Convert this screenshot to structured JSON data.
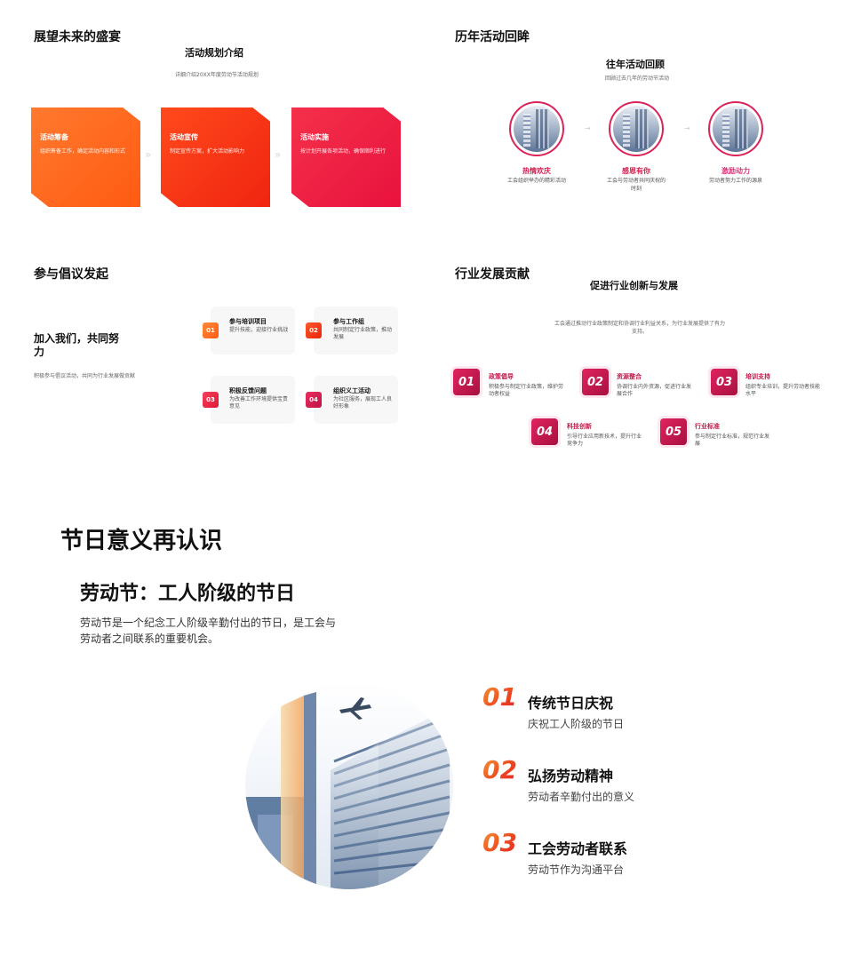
{
  "slide1": {
    "section_title": "展望未来的盛宴",
    "title": "活动规划介绍",
    "subtitle": "详细介绍20XX年度劳动节活动规划",
    "cards": [
      {
        "title": "活动筹备",
        "desc": "组织筹备工作，确定活动内容和形式",
        "color_from": "#ff7a2e",
        "color_to": "#ff5a12"
      },
      {
        "title": "活动宣传",
        "desc": "制定宣传方案，扩大活动影响力",
        "color_from": "#ff4a1c",
        "color_to": "#f02410"
      },
      {
        "title": "活动实施",
        "desc": "按计划开展各项活动，确保顺利进行",
        "color_from": "#f5304a",
        "color_to": "#e8123e"
      }
    ],
    "chevron": "»"
  },
  "slide2": {
    "section_title": "历年活动回眸",
    "title": "往年活动回顾",
    "subtitle": "回顾过去几年的劳动节活动",
    "items": [
      {
        "label": "热情欢庆",
        "desc": "工会组织举办的精彩活动"
      },
      {
        "label": "感恩有你",
        "desc": "工会与劳动者共同庆祝的时刻"
      },
      {
        "label": "激励动力",
        "desc": "劳动者努力工作的源泉"
      }
    ],
    "arrow": "→"
  },
  "slide3": {
    "section_title": "参与倡议发起",
    "headline": "加入我们，共同努力",
    "desc": "积极参与倡议活动，共同为行业发展做贡献",
    "items": [
      {
        "num": "01",
        "title": "参与培训项目",
        "desc": "提升技能，迎接行业挑战",
        "color": "#ff6a1f"
      },
      {
        "num": "02",
        "title": "参与工作组",
        "desc": "共同制定行业政策，推动发展",
        "color": "#f0341a"
      },
      {
        "num": "03",
        "title": "积极反馈问题",
        "desc": "为改善工作环境提供宝贵意见",
        "color": "#ef2a48"
      },
      {
        "num": "04",
        "title": "组织义工活动",
        "desc": "为社区服务，展现工人良好形象",
        "color": "#d81850"
      }
    ]
  },
  "slide4": {
    "section_title": "行业发展贡献",
    "title": "促进行业创新与发展",
    "subtitle": "工会通过推动行业政策制定和协调行业利益关系，为行业发展提供了有力支持。",
    "items": [
      {
        "num": "01",
        "title": "政策倡导",
        "desc": "积极参与制定行业政策，维护劳动者权益"
      },
      {
        "num": "02",
        "title": "资源整合",
        "desc": "协调行业内外资源，促进行业发展合作"
      },
      {
        "num": "03",
        "title": "培训支持",
        "desc": "组织专业培训，提升劳动者技能水平"
      },
      {
        "num": "04",
        "title": "科技创新",
        "desc": "引导行业应用新技术，提升行业竞争力"
      },
      {
        "num": "05",
        "title": "行业标准",
        "desc": "参与制定行业标准，规范行业发展"
      }
    ]
  },
  "slide5": {
    "section_title": "节日意义再认识",
    "heading": "劳动节：工人阶级的节日",
    "intro_line1": "劳动节是一个纪念工人阶级辛勤付出的节日，是工会与",
    "intro_line2": "劳动者之间联系的重要机会。",
    "items": [
      {
        "num": "01",
        "title": "传统节日庆祝",
        "desc": "庆祝工人阶级的节日"
      },
      {
        "num": "02",
        "title": "弘扬劳动精神",
        "desc": "劳动者辛勤付出的意义"
      },
      {
        "num": "03",
        "title": "工会劳动者联系",
        "desc": "劳动节作为沟通平台"
      }
    ]
  }
}
